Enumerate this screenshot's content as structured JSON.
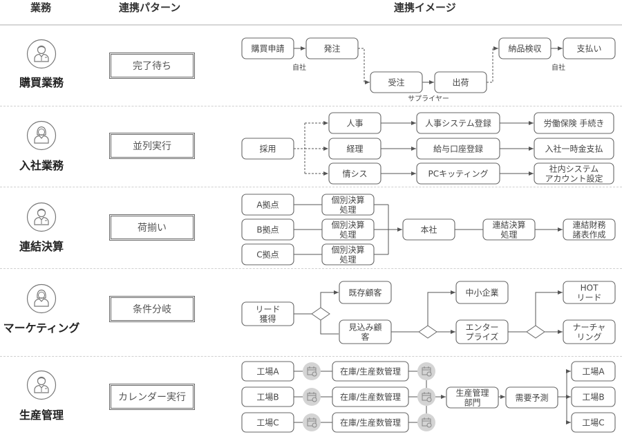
{
  "header": {
    "col_business": "業務",
    "col_pattern": "連携パターン",
    "col_image": "連携イメージ"
  },
  "colors": {
    "node_border": "#666666",
    "line": "#555555",
    "calendar_circle": "#d4d4d4",
    "separator": "#cfcfcf"
  },
  "rows": [
    {
      "business": "購買業務",
      "avatar": "male-person-icon",
      "pattern": "完了待ち",
      "flow": {
        "nodes": [
          "購買申請",
          "発注",
          "受注",
          "出荷",
          "納品検収",
          "支払い"
        ],
        "labels": [
          "自社",
          "サプライヤー",
          "自社"
        ]
      }
    },
    {
      "business": "入社業務",
      "avatar": "female-person-icon",
      "pattern": "並列実行",
      "flow": {
        "start": "採用",
        "branches": [
          [
            "人事",
            "人事システム登録",
            "労働保険 手続き"
          ],
          [
            "経理",
            "給与口座登録",
            "入社一時金支払"
          ],
          [
            "情シス",
            "PCキッティング",
            "社内システム\nアカウント設定"
          ]
        ]
      }
    },
    {
      "business": "連結決算",
      "avatar": "male-person-icon",
      "pattern": "荷揃い",
      "flow": {
        "sites": [
          "A拠点",
          "B拠点",
          "C拠点"
        ],
        "site_process": "個別決算\n処理",
        "hq": "本社",
        "steps": [
          "連結決算\n処理",
          "連結財務\n諸表作成"
        ]
      }
    },
    {
      "business": "マーケティング",
      "avatar": "female-person-icon",
      "pattern": "条件分岐",
      "flow": {
        "start": "リード\n獲得",
        "level1": [
          "既存顧客",
          "見込み顧\n客"
        ],
        "level2": [
          "中小企業",
          "エンター\nプライズ"
        ],
        "level3": [
          "HOT\nリード",
          "ナーチャ\nリング"
        ]
      }
    },
    {
      "business": "生産管理",
      "avatar": "male-person-icon",
      "pattern": "カレンダー実行",
      "flow": {
        "factories": [
          "工場A",
          "工場B",
          "工場C"
        ],
        "process": "在庫/生産数管理",
        "dept": "生産管理\n部門",
        "forecast": "需要予測",
        "targets": [
          "工場A",
          "工場B",
          "工場C"
        ]
      }
    }
  ]
}
